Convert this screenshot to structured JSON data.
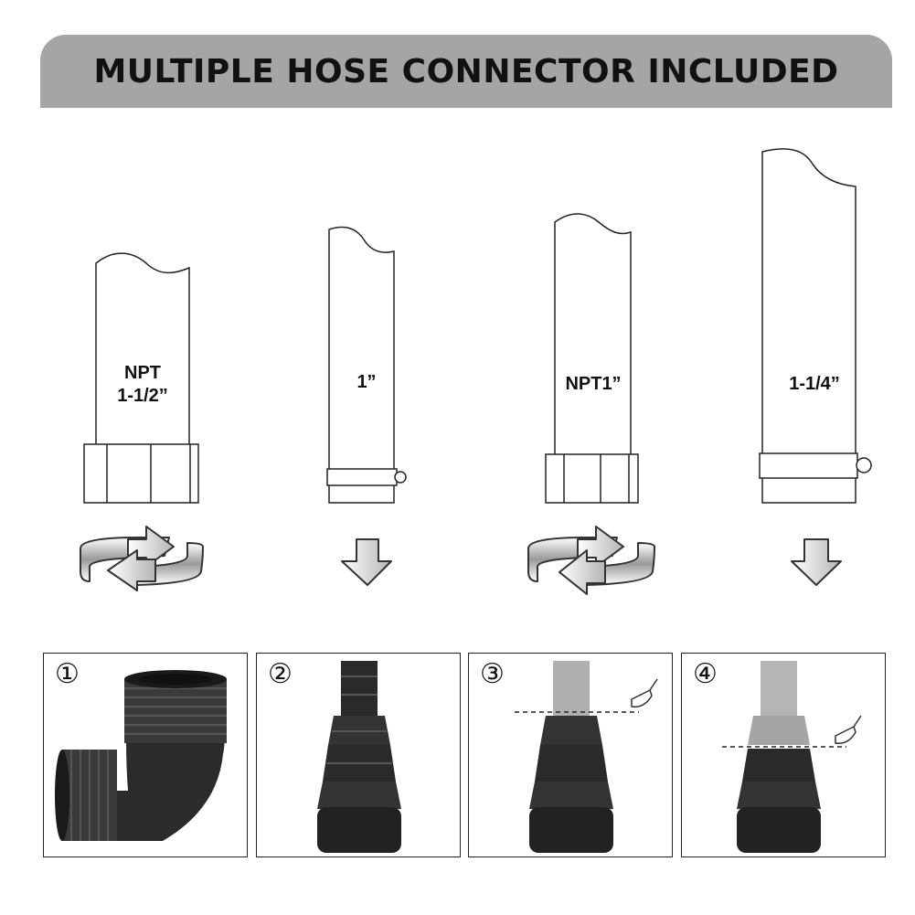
{
  "banner": {
    "title": "MULTIPLE HOSE CONNECTOR INCLUDED",
    "color": "#a5a5a5"
  },
  "hoses": [
    {
      "label": "NPT\n1-1/2”",
      "connection": "threaded",
      "action_icon": "rotate-arrow-icon"
    },
    {
      "label": "1”",
      "connection": "clamp",
      "action_icon": "down-arrow-icon"
    },
    {
      "label": "NPT1”",
      "connection": "threaded",
      "action_icon": "rotate-arrow-icon"
    },
    {
      "label": "1-1/4”",
      "connection": "clamp",
      "action_icon": "down-arrow-icon"
    }
  ],
  "panels": [
    {
      "number": "①",
      "content": "elbow-fitting-icon"
    },
    {
      "number": "②",
      "content": "stepped-adapter-icon"
    },
    {
      "number": "③",
      "content": "cut-adapter-icon",
      "tool_icon": "knife-icon"
    },
    {
      "number": "④",
      "content": "cut-adapter-icon",
      "tool_icon": "knife-icon"
    }
  ]
}
